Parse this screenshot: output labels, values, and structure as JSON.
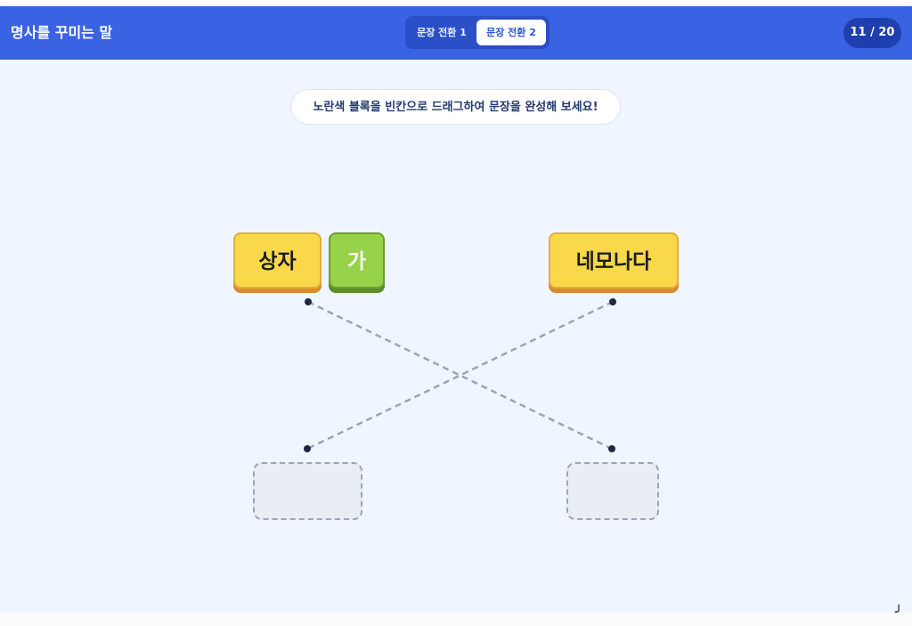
{
  "header": {
    "title": "명사를 꾸미는 말",
    "tabs": [
      {
        "label": "문장 전환 1",
        "active": false
      },
      {
        "label": "문장 전환 2",
        "active": true
      }
    ],
    "progress": "11 / 20"
  },
  "instruction": "노란색 블록을 빈칸으로 드래그하여 문장을 완성해 보세요!",
  "blocks": [
    {
      "text": "상자",
      "color": "yellow"
    },
    {
      "text": "가",
      "color": "green"
    },
    {
      "text": "네모나다",
      "color": "yellow"
    }
  ],
  "drop_slots": [
    {
      "value": ""
    },
    {
      "value": ""
    }
  ],
  "colors": {
    "header": "#3a63e3",
    "stage": "#f0f6ff",
    "yellow_block": "#f9d94a",
    "green_block": "#96d24a",
    "connector": "#9aa5b8",
    "dot": "#1e2640"
  }
}
